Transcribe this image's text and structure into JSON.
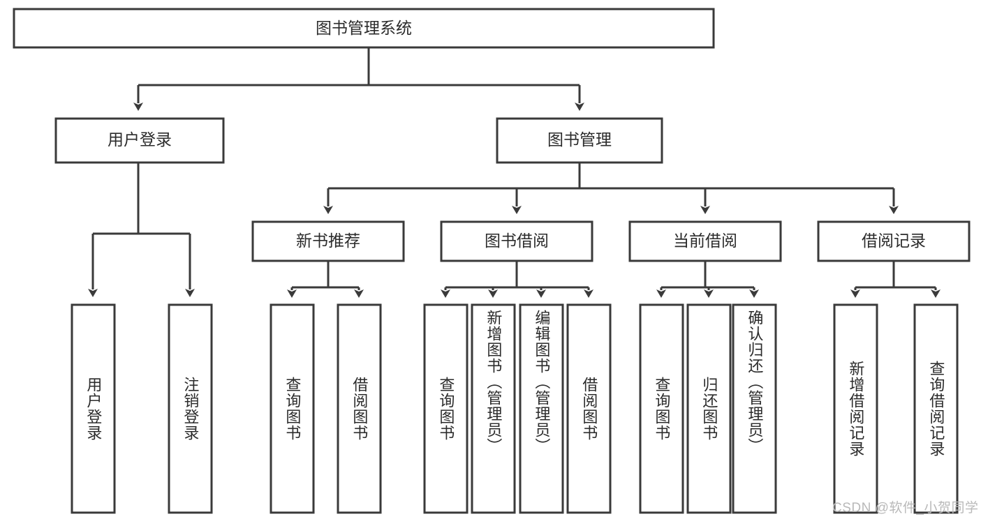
{
  "diagram": {
    "type": "tree",
    "title": "图书管理系统",
    "root": {
      "id": "root",
      "label": "图书管理系统",
      "shape": "rectangle"
    },
    "level2": [
      {
        "id": "user-login",
        "label": "用户登录"
      },
      {
        "id": "book-management",
        "label": "图书管理"
      }
    ],
    "level3": [
      {
        "id": "new-book-recommend",
        "label": "新书推荐",
        "parent": "book-management"
      },
      {
        "id": "book-borrow",
        "label": "图书借阅",
        "parent": "book-management"
      },
      {
        "id": "current-borrow",
        "label": "当前借阅",
        "parent": "book-management"
      },
      {
        "id": "borrow-record",
        "label": "借阅记录",
        "parent": "book-management"
      }
    ],
    "leaves": {
      "user-login": [
        {
          "id": "leaf-user-login",
          "label": "用户登录"
        },
        {
          "id": "leaf-user-logout",
          "label": "注销登录"
        }
      ],
      "new-book-recommend": [
        {
          "id": "leaf-query-book-1",
          "label": "查询图书"
        },
        {
          "id": "leaf-borrow-book-1",
          "label": "借阅图书"
        }
      ],
      "book-borrow": [
        {
          "id": "leaf-query-book-2",
          "label": "查询图书"
        },
        {
          "id": "leaf-add-book",
          "label": "新增图书（管理员）"
        },
        {
          "id": "leaf-edit-book",
          "label": "编辑图书（管理员）"
        },
        {
          "id": "leaf-borrow-book-2",
          "label": "借阅图书"
        }
      ],
      "current-borrow": [
        {
          "id": "leaf-query-book-3",
          "label": "查询图书"
        },
        {
          "id": "leaf-return-book",
          "label": "归还图书"
        },
        {
          "id": "leaf-confirm-return",
          "label": "确认归还（管理员）"
        }
      ],
      "borrow-record": [
        {
          "id": "leaf-add-record",
          "label": "新增借阅记录"
        },
        {
          "id": "leaf-query-record",
          "label": "查询借阅记录"
        }
      ]
    }
  },
  "watermark": {
    "text": "CSDN @软件_小贺同学"
  },
  "colors": {
    "background": "#ffffff",
    "stroke": "#3a3a3a",
    "box_fill": "#ffffff",
    "text": "#2b2b2b",
    "watermark": "#b9b9b9"
  }
}
